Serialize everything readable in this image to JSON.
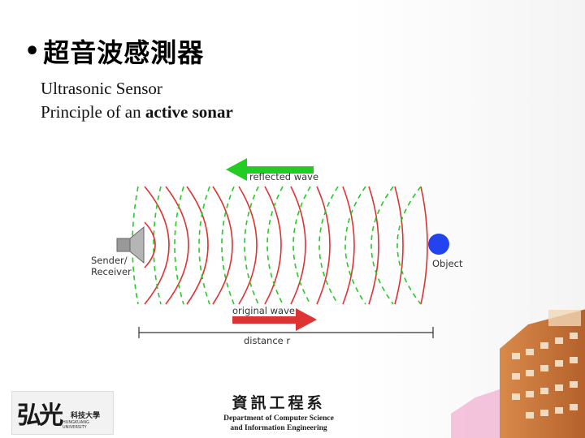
{
  "slide": {
    "bullet": "•",
    "title": "超音波感測器",
    "subtitle_line1": "Ultrasonic Sensor",
    "subtitle_line2_prefix": "Principle of an ",
    "subtitle_line2_bold": "active sonar"
  },
  "diagram": {
    "reflected_wave_label": "reflected wave",
    "original_wave_label": "original wave",
    "sender_label_line1": "Sender/",
    "sender_label_line2": "Receiver",
    "object_label": "Object",
    "distance_label": "distance r",
    "colors": {
      "reflected": "#22cc22",
      "original": "#dd3333",
      "object": "#2244ee",
      "speaker": "#999999"
    }
  },
  "footer": {
    "university_logo_cn": "弘光",
    "university_logo_sub_cn": "科技大學",
    "university_logo_en": "HUNGKUANG UNIVERSITY",
    "department_cn": "資訊工程系",
    "department_en_line1": "Department of Computer Science",
    "department_en_line2": "and Information Engineering"
  }
}
